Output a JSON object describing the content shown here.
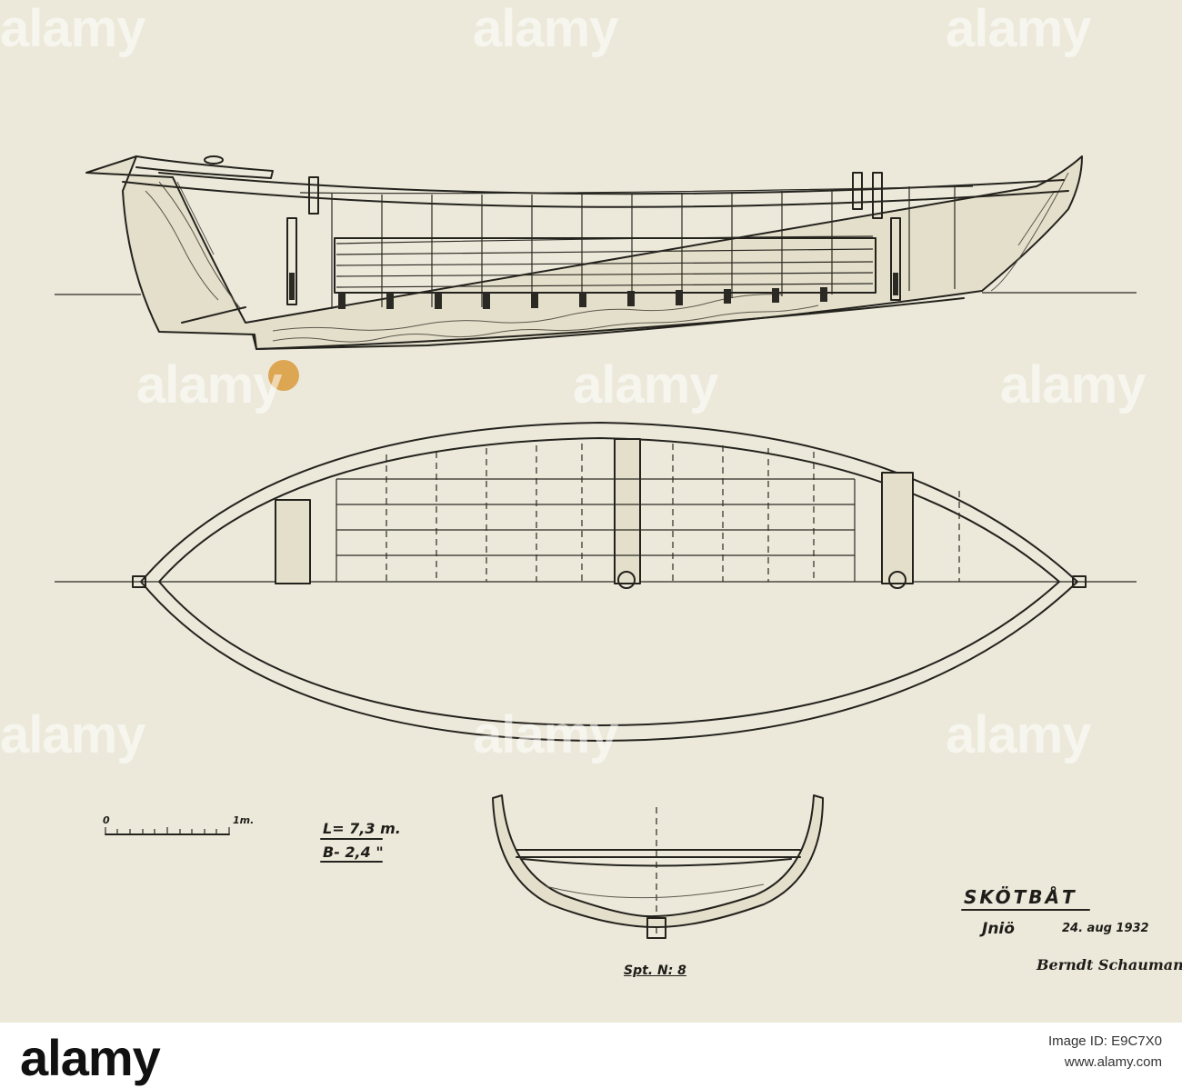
{
  "drawing": {
    "title": "SKÖTBÅT",
    "place": "Jniö",
    "date": "24. aug 1932",
    "section_label": "Spt. N: 8",
    "dimensions": {
      "length": "L= 7,3 m.",
      "beam": "B- 2,4 \""
    },
    "scale_bar": {
      "start_label": "0",
      "end_label": "1m."
    },
    "signature": "Berndt Schauman"
  },
  "watermark": {
    "text": "alamy",
    "footer_logo": "alamy",
    "image_id": "Image ID: E9C7X0",
    "url": "www.alamy.com"
  },
  "colors": {
    "paper": "#ece9da",
    "ink": "#24221d",
    "footer": "#ffffff"
  }
}
